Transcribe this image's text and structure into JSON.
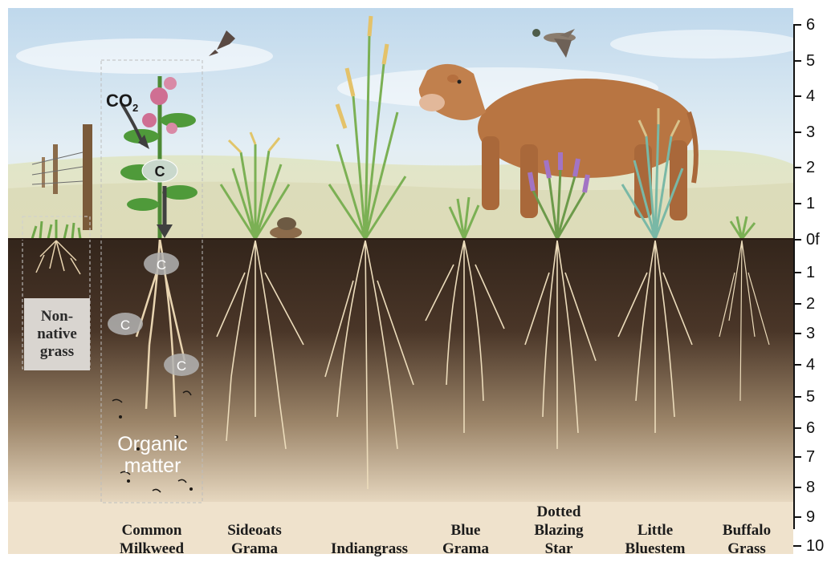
{
  "labels": {
    "co2_main": "CO",
    "co2_sub": "2",
    "carbon": "C",
    "organic_matter_line1": "Organic",
    "organic_matter_line2": "matter",
    "non_native_line1": "Non-",
    "non_native_line2": "native",
    "non_native_line3": "grass"
  },
  "plants": [
    {
      "id": "common-milkweed",
      "lines": [
        "Common",
        "Milkweed"
      ]
    },
    {
      "id": "sideoats-grama",
      "lines": [
        "Sideoats",
        "Grama"
      ]
    },
    {
      "id": "indiangrass",
      "lines": [
        "Indiangrass"
      ]
    },
    {
      "id": "blue-grama",
      "lines": [
        "Blue",
        "Grama"
      ]
    },
    {
      "id": "dotted-blazing-star",
      "lines": [
        "Dotted",
        "Blazing",
        "Star"
      ]
    },
    {
      "id": "little-bluestem",
      "lines": [
        "Little",
        "Bluestem"
      ]
    },
    {
      "id": "buffalo-grass",
      "lines": [
        "Buffalo",
        "Grass"
      ]
    }
  ],
  "depth_scale": {
    "above": [
      "6",
      "5",
      "4",
      "3",
      "2",
      "1"
    ],
    "zero": "0f",
    "below": [
      "1",
      "2",
      "3",
      "4",
      "5",
      "6",
      "7",
      "8",
      "9",
      "10"
    ]
  },
  "colors": {
    "soil_top": "#3a2a1f",
    "soil_bottom": "#d8c7ad",
    "sky": "#d6e6f1",
    "root": "#f1e2c4",
    "grass": "#6fa84a",
    "cow": "#b87542"
  }
}
